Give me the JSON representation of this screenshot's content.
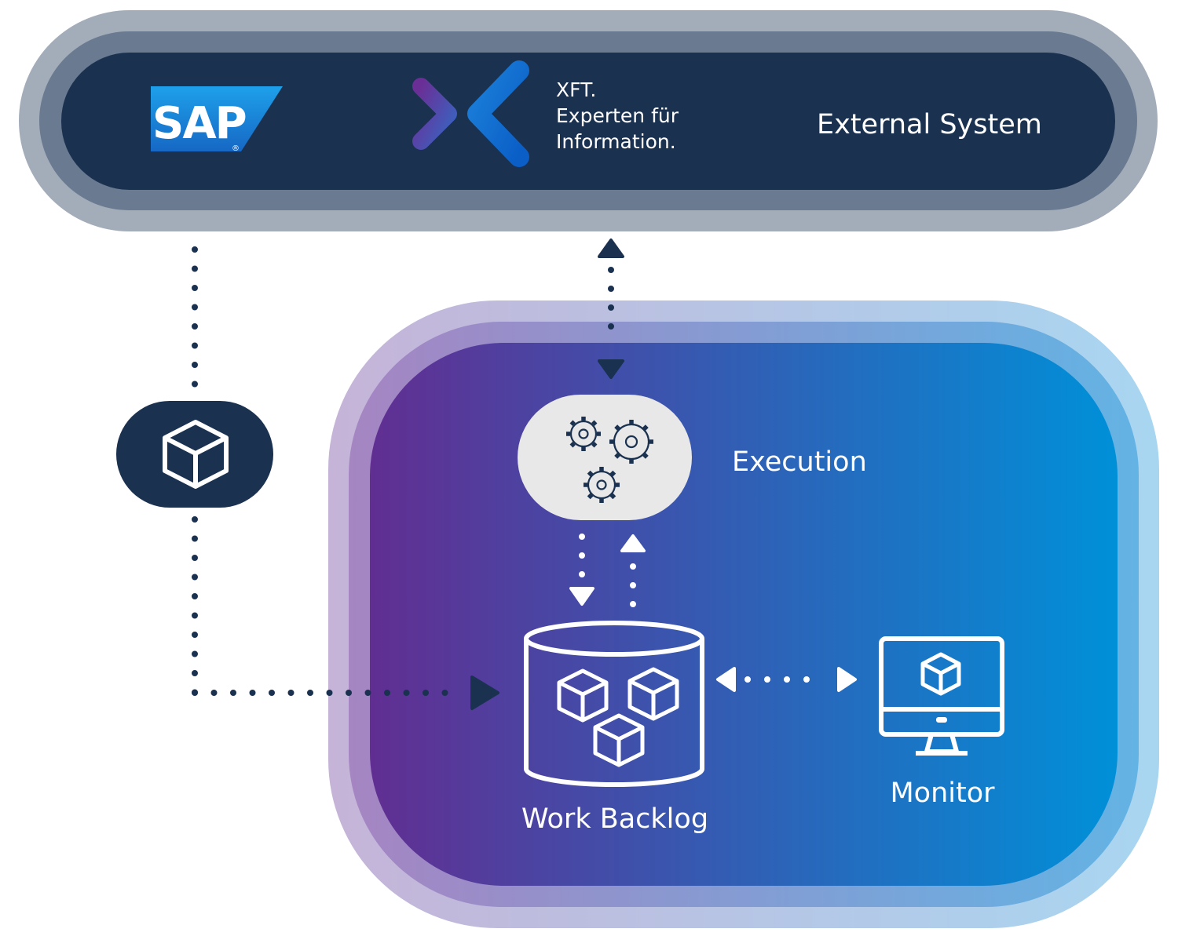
{
  "external": {
    "sap_logo_text": "SAP",
    "sap_registered": "®",
    "xft_line1": "XFT.",
    "xft_line2": "Experten für",
    "xft_line3": "Information.",
    "label": "External System"
  },
  "labels": {
    "execution": "Execution",
    "work_backlog": "Work Backlog",
    "monitor": "Monitor"
  },
  "icons": {
    "package": "cube-icon",
    "execution": "gears-icon",
    "backlog": "database-cubes-icon",
    "monitor": "monitor-cube-icon"
  },
  "colors": {
    "navy": "#1a3150",
    "outer_ring_grey": "#a3acb9",
    "mid_ring_grey": "#6a7a90",
    "purple": "#612e92",
    "blue": "#0090d8",
    "light_grey": "#e8e8e8",
    "white": "#ffffff"
  }
}
